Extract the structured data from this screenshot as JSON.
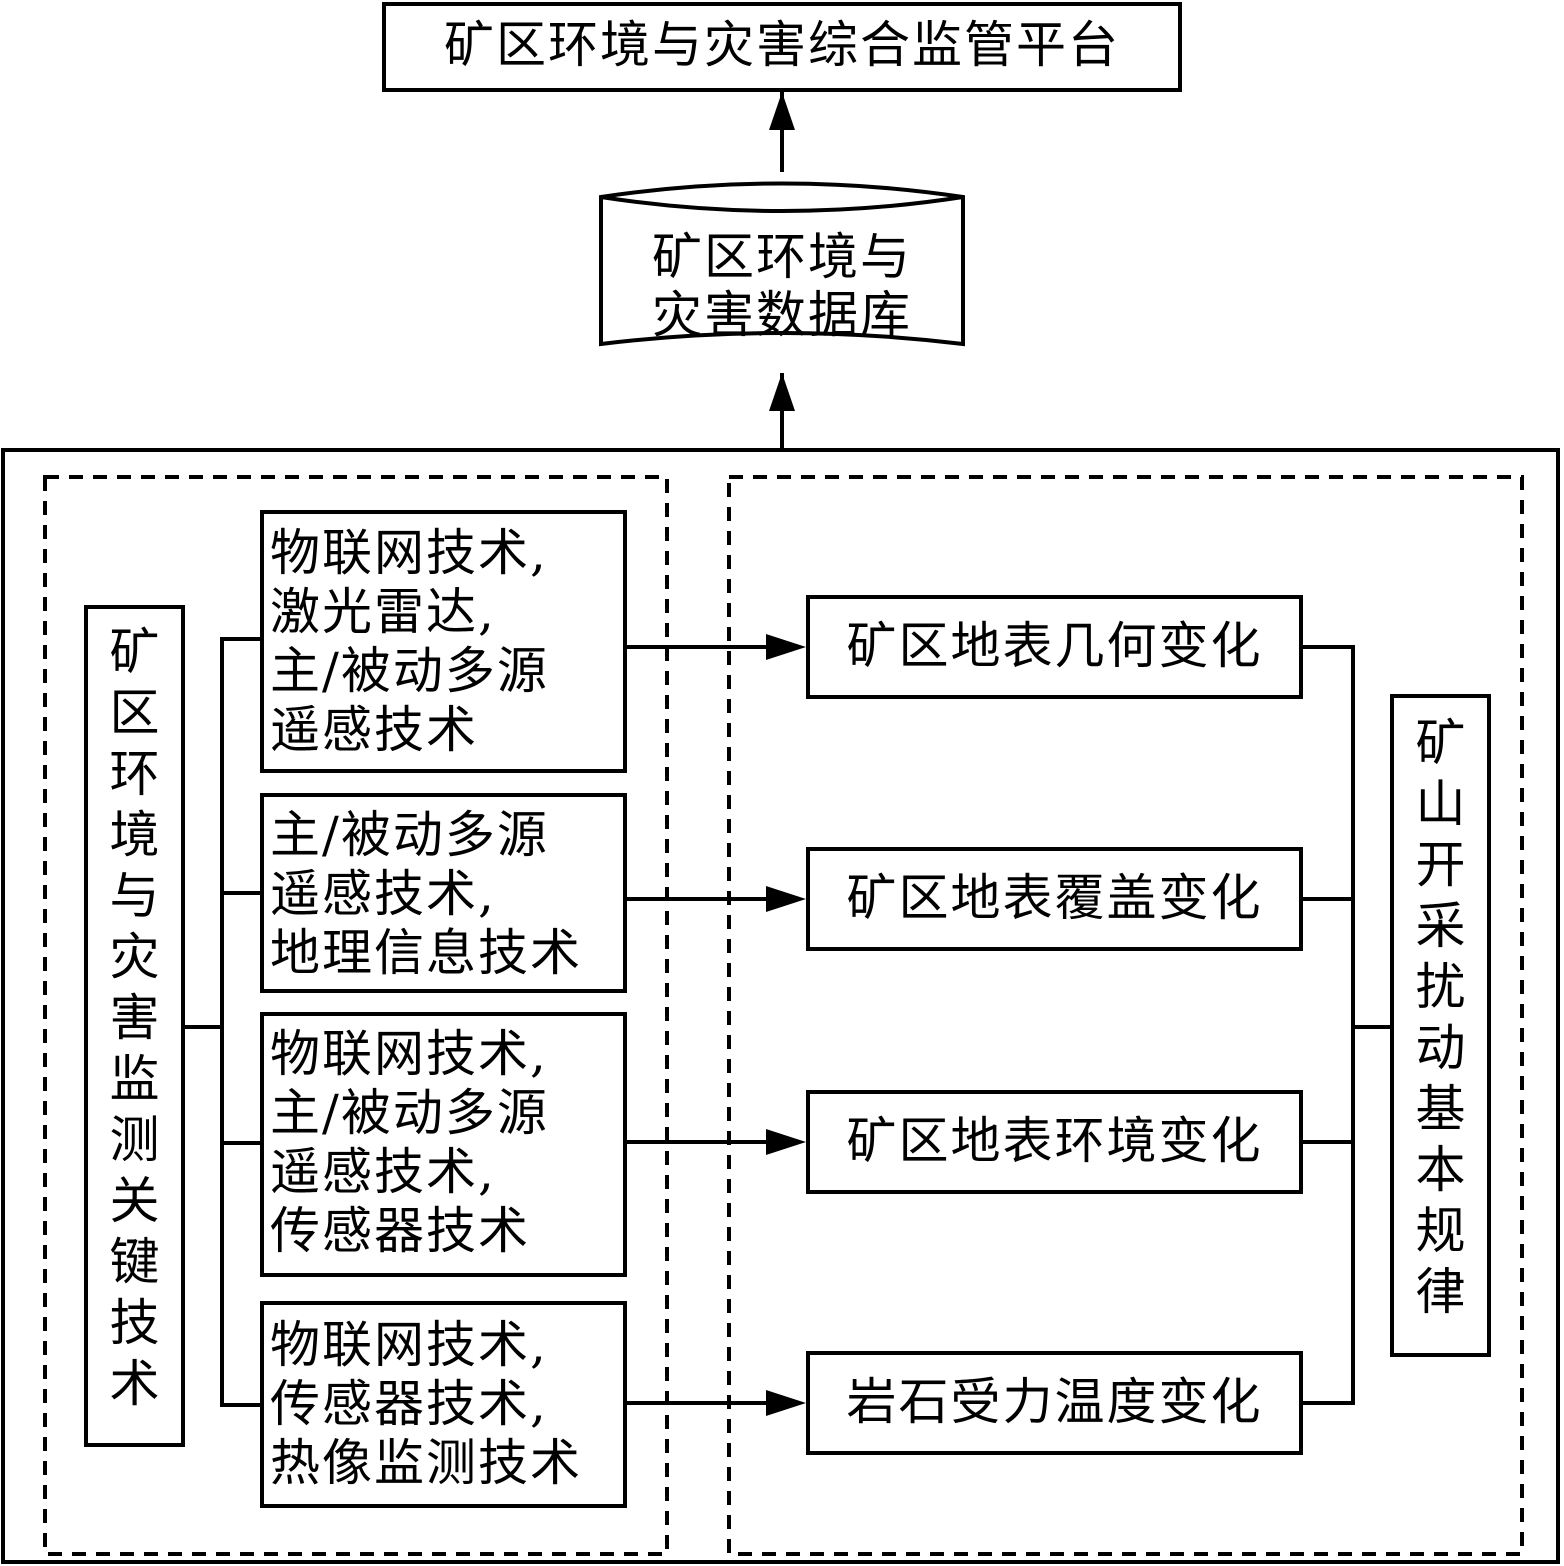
{
  "platform": {
    "label": "矿区环境与灾害综合监管平台"
  },
  "database": {
    "label": "矿区环境与\n灾害数据库"
  },
  "left_group": {
    "label": "矿\n区\n环\n境\n与\n灾\n害\n监\n测\n关\n键\n技\n术"
  },
  "right_group": {
    "label": "矿\n山\n开\n采\n扰\n动\n基\n本\n规\n律"
  },
  "technologies": [
    {
      "label": "物联网技术,\n激光雷达,\n主/被动多源\n遥感技术"
    },
    {
      "label": "主/被动多源\n遥感技术,\n地理信息技术"
    },
    {
      "label": "物联网技术,\n主/被动多源\n遥感技术,\n传感器技术"
    },
    {
      "label": "物联网技术,\n传感器技术,\n热像监测技术"
    }
  ],
  "changes": [
    {
      "label": "矿区地表几何变化"
    },
    {
      "label": "矿区地表覆盖变化"
    },
    {
      "label": "矿区地表环境变化"
    },
    {
      "label": "岩石受力温度变化"
    }
  ]
}
